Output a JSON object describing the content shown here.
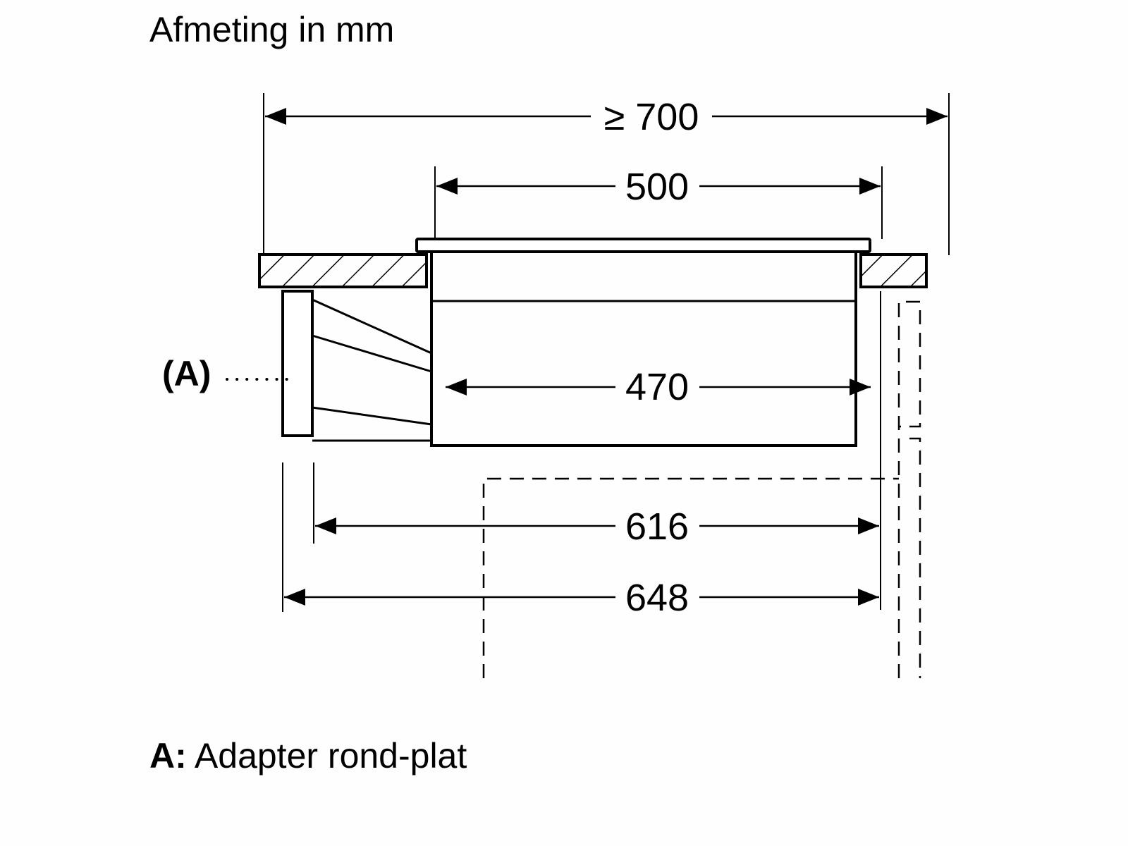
{
  "title": "Afmeting in mm",
  "dimensions": {
    "overall_cutout_width": {
      "label": "≥ 700",
      "value_mm": 700,
      "qualifier": "minimum"
    },
    "glass_top_width": {
      "label": "500",
      "value_mm": 500
    },
    "body_width": {
      "label": "470",
      "value_mm": 470
    },
    "depth_to_adapter": {
      "label": "616",
      "value_mm": 616
    },
    "depth_total": {
      "label": "648",
      "value_mm": 648
    }
  },
  "callout": {
    "label": "(A)"
  },
  "legend": {
    "key": "A:",
    "text": "Adapter rond-plat"
  },
  "colors": {
    "line": "#000000",
    "background": "#fefefe"
  }
}
